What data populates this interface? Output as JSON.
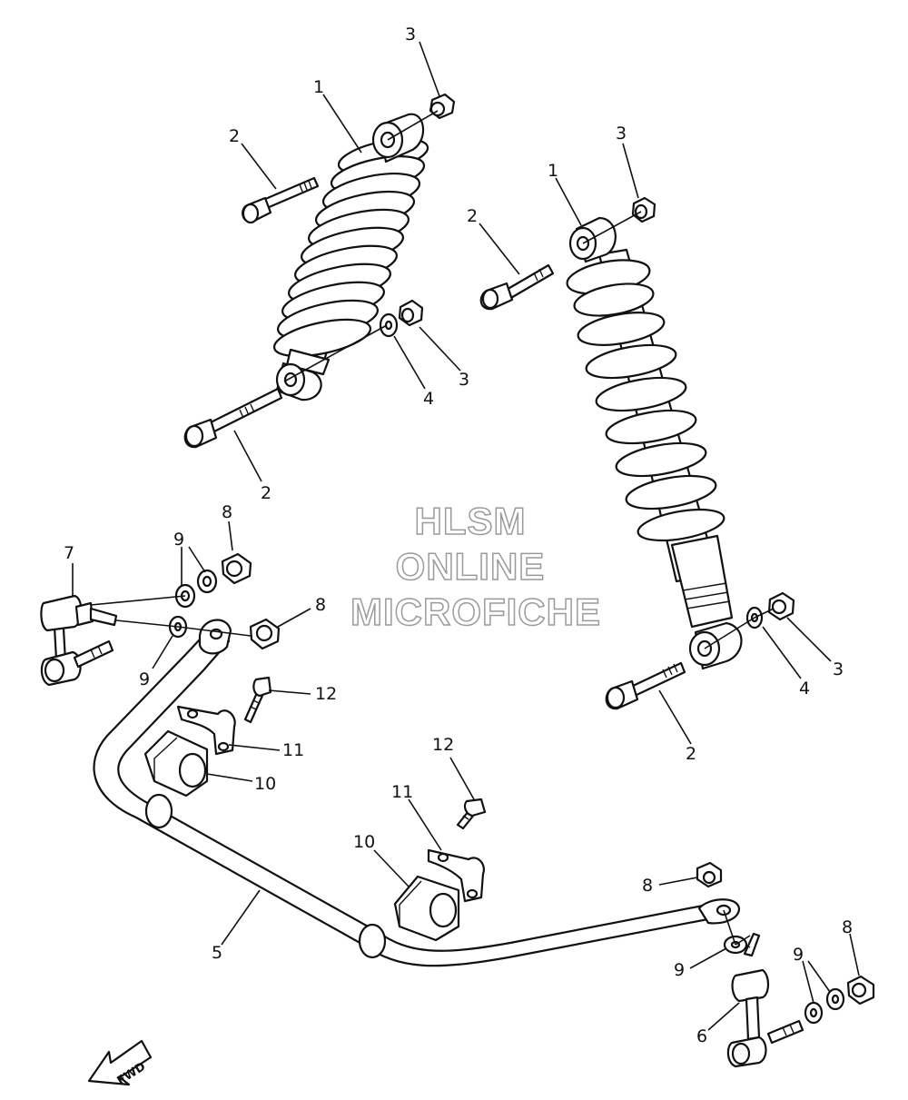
{
  "watermark": {
    "line1": "HLSM",
    "line2": "ONLINE",
    "line3": "MICROFICHE"
  },
  "fwd_label": "FWD",
  "callouts": [
    {
      "id": "c1a",
      "text": "3"
    },
    {
      "id": "c1b",
      "text": "1"
    },
    {
      "id": "c1c",
      "text": "2"
    },
    {
      "id": "c1d",
      "text": "3"
    },
    {
      "id": "c1e",
      "text": "4"
    },
    {
      "id": "c1f",
      "text": "2"
    },
    {
      "id": "c2a",
      "text": "3"
    },
    {
      "id": "c2b",
      "text": "1"
    },
    {
      "id": "c2c",
      "text": "2"
    },
    {
      "id": "c2d",
      "text": "3"
    },
    {
      "id": "c2e",
      "text": "4"
    },
    {
      "id": "c2f",
      "text": "2"
    },
    {
      "id": "c3a",
      "text": "8"
    },
    {
      "id": "c3b",
      "text": "9"
    },
    {
      "id": "c3c",
      "text": "7"
    },
    {
      "id": "c3d",
      "text": "8"
    },
    {
      "id": "c3e",
      "text": "9"
    },
    {
      "id": "c3f",
      "text": "12"
    },
    {
      "id": "c3g",
      "text": "11"
    },
    {
      "id": "c3h",
      "text": "10"
    },
    {
      "id": "c4a",
      "text": "12"
    },
    {
      "id": "c4b",
      "text": "11"
    },
    {
      "id": "c4c",
      "text": "10"
    },
    {
      "id": "c4d",
      "text": "5"
    },
    {
      "id": "c4e",
      "text": "8"
    },
    {
      "id": "c4f",
      "text": "8"
    },
    {
      "id": "c4g",
      "text": "9"
    },
    {
      "id": "c4h",
      "text": "9"
    },
    {
      "id": "c4i",
      "text": "6"
    }
  ]
}
